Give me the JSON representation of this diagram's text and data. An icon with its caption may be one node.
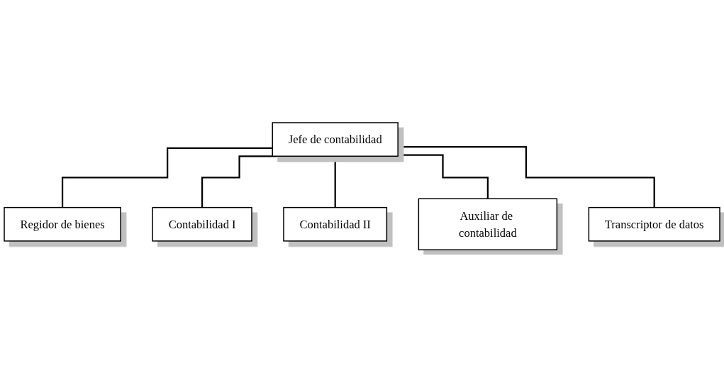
{
  "diagram": {
    "nodes": [
      {
        "text": [
          "Jefe de contabilidad"
        ]
      },
      {
        "text": [
          "Regidor de bienes"
        ]
      },
      {
        "text": [
          "Contabilidad I"
        ]
      },
      {
        "text": [
          "Contabilidad II"
        ]
      },
      {
        "text": [
          "Auxiliar de contabilidad"
        ]
      },
      {
        "text": [
          "Transcriptor de datos"
        ]
      }
    ],
    "edges": [
      {
        "from": 0,
        "to": 1,
        "arrow": "none"
      },
      {
        "from": 0,
        "to": 2,
        "arrow": "none"
      },
      {
        "from": 0,
        "to": 3,
        "arrow": "none"
      },
      {
        "from": 0,
        "to": 4,
        "arrow": "none"
      },
      {
        "from": 0,
        "to": 5,
        "arrow": "none"
      }
    ]
  }
}
